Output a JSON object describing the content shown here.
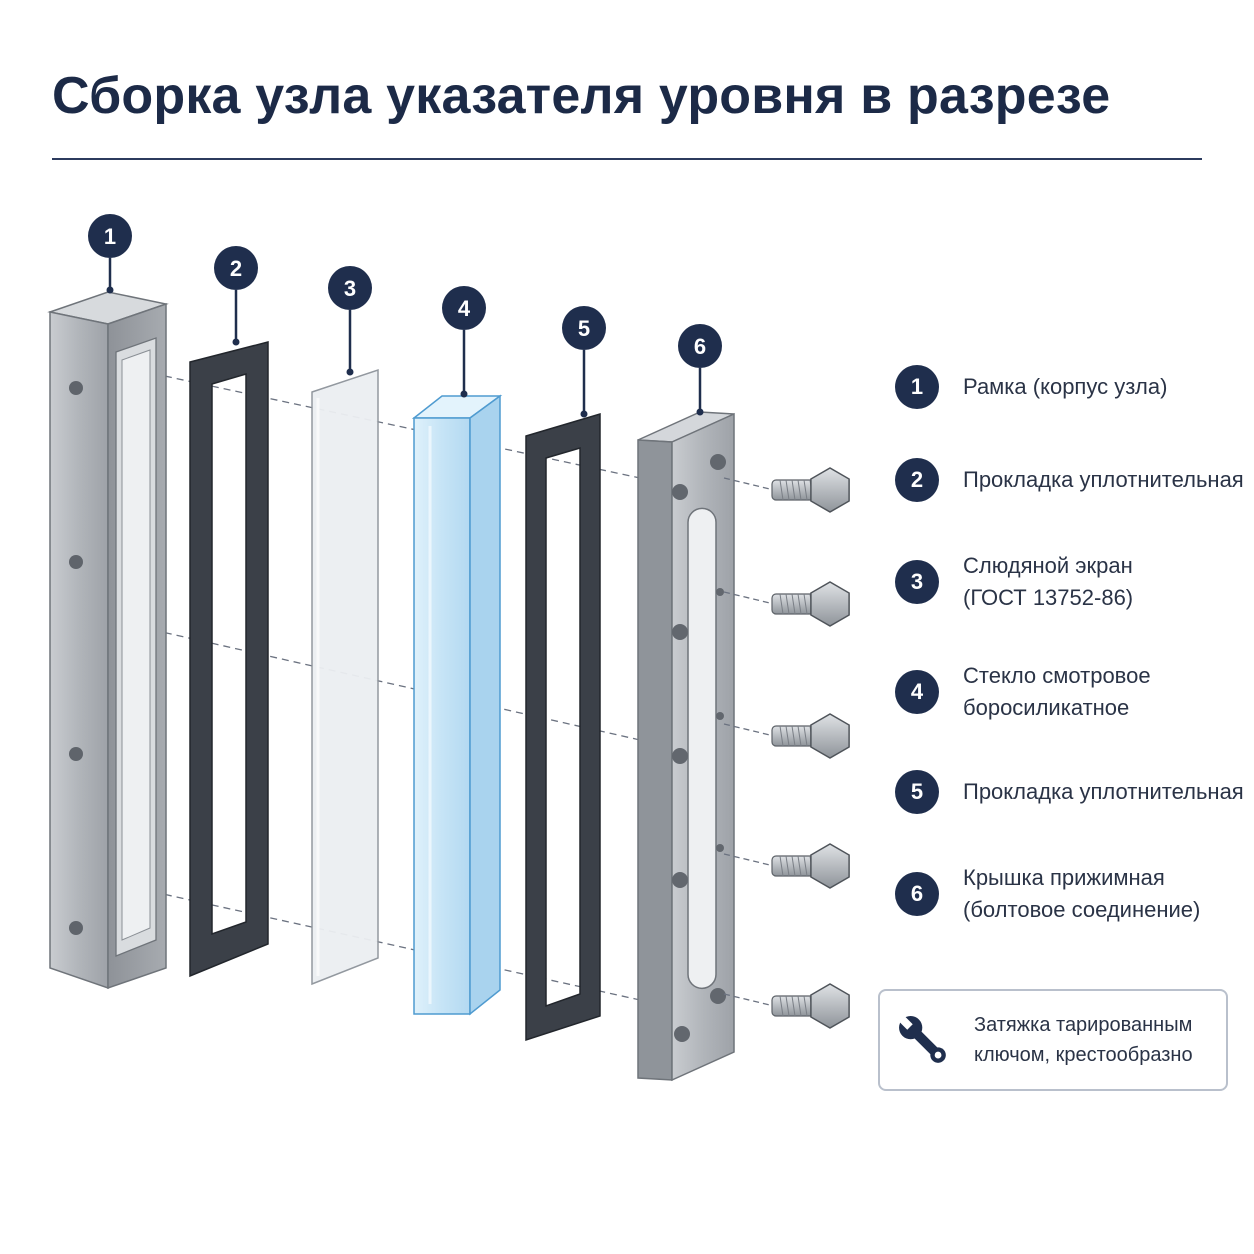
{
  "title": "Сборка узла указателя уровня в разрезе",
  "parts": [
    {
      "num": "1",
      "label_lines": [
        "Рамка (корпус узла)"
      ]
    },
    {
      "num": "2",
      "label_lines": [
        "Прокладка уплотнительная"
      ]
    },
    {
      "num": "3",
      "label_lines": [
        "Слюдяной экран",
        "(ГОСТ 13752-86)"
      ]
    },
    {
      "num": "4",
      "label_lines": [
        "Стекло смотровое",
        "боросиликатное"
      ]
    },
    {
      "num": "5",
      "label_lines": [
        "Прокладка уплотнительная"
      ]
    },
    {
      "num": "6",
      "label_lines": [
        "Крышка прижимная",
        "(болтовое соединение)"
      ]
    }
  ],
  "note": {
    "icon": "wrench-icon",
    "lines": [
      "Затяжка тарированным",
      "ключом, крестообразно"
    ]
  },
  "colors": {
    "badge": "#1f2e4d",
    "title": "#1c2a47",
    "metal": "#a9adb3",
    "gasket": "#3a3f47",
    "mica": "#e9ecf0",
    "glass": "#c9e6f7"
  },
  "bolt_count": 5
}
